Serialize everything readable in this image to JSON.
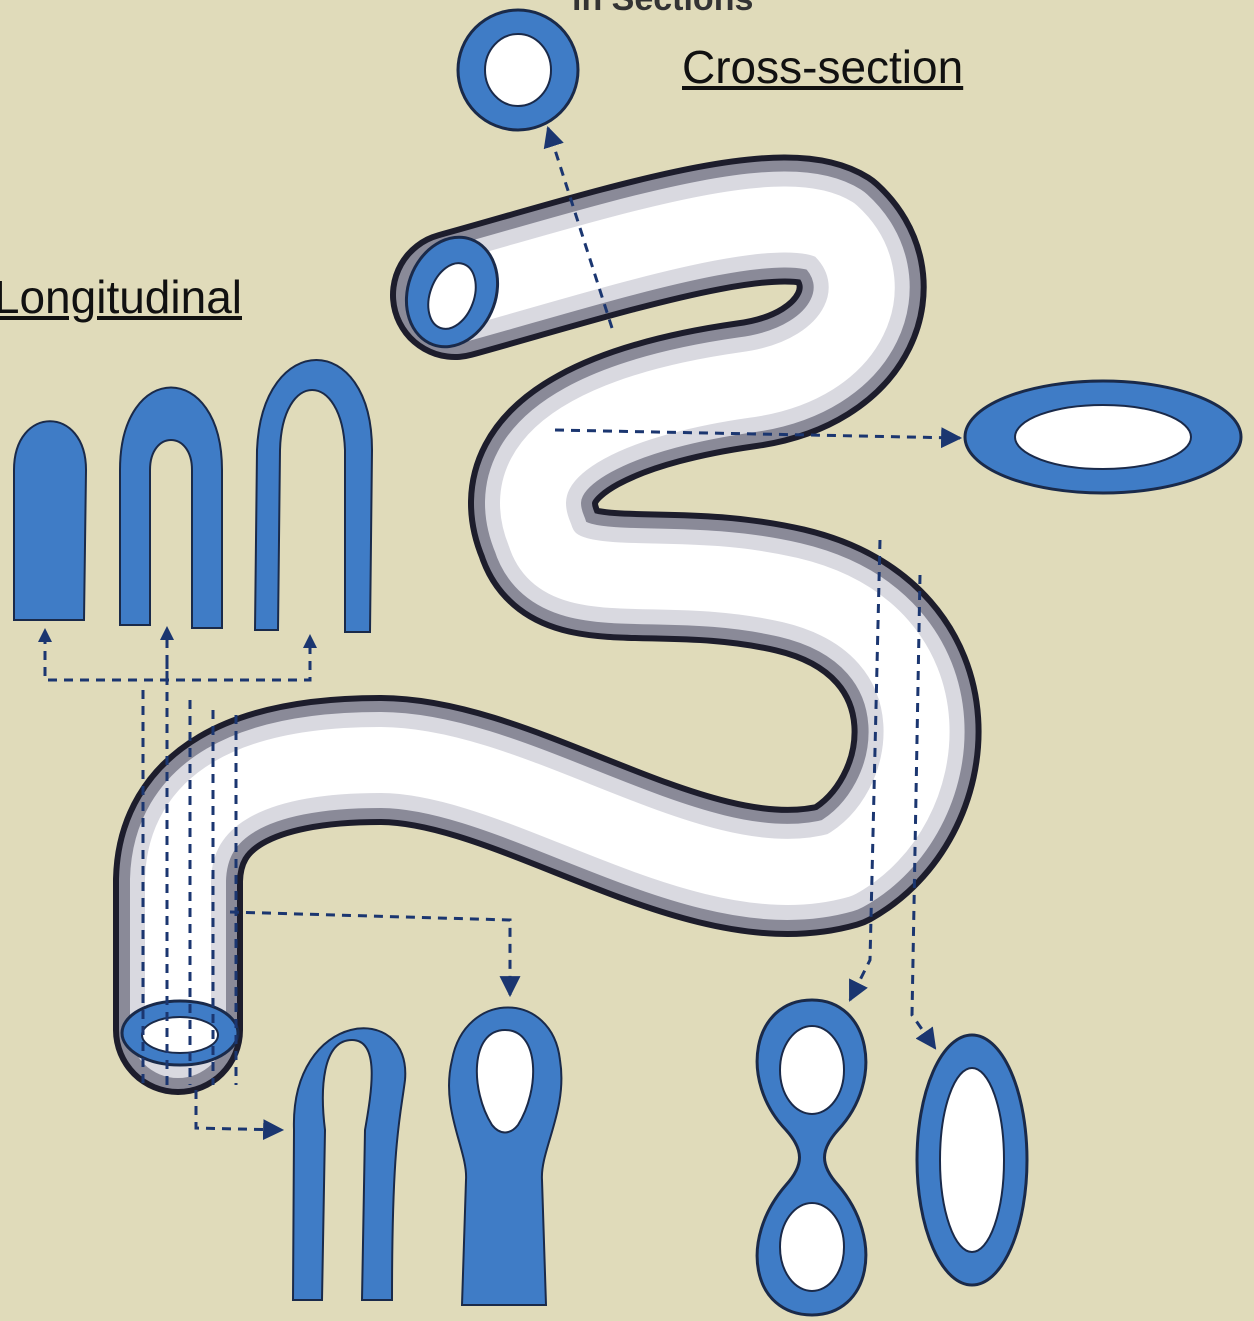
{
  "labels": {
    "top_partial": "in Sections",
    "cross_section": "Cross-section",
    "longitudinal": "Longitudinal"
  },
  "colors": {
    "background": "#e0dbba",
    "section_fill": "#3f7cc6",
    "outline": "#1a2a4a",
    "lumen": "#ffffff",
    "tube_shadow": "#1d1d2c",
    "dashed_line": "#1b3670"
  }
}
